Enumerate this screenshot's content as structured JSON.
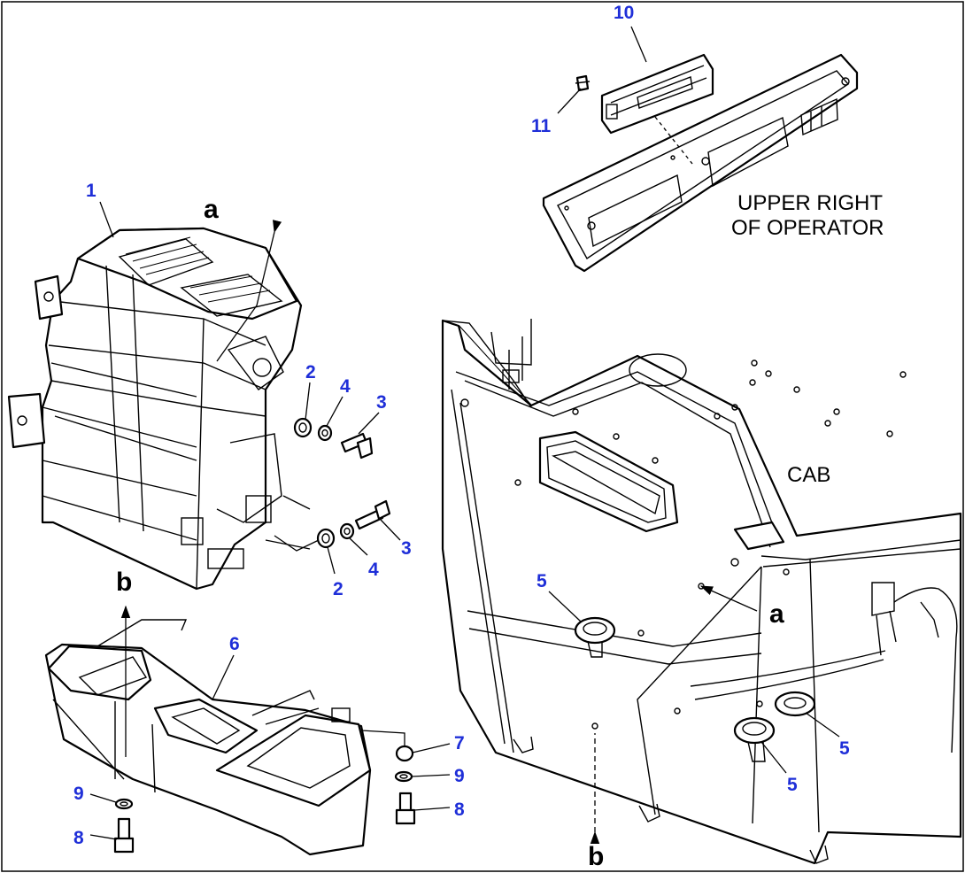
{
  "callouts": {
    "c1": "1",
    "c2a": "2",
    "c2b": "2",
    "c3a": "3",
    "c3b": "3",
    "c4a": "4",
    "c4b": "4",
    "c5a": "5",
    "c5b": "5",
    "c5c": "5",
    "c6": "6",
    "c7": "7",
    "c8a": "8",
    "c8b": "8",
    "c9a": "9",
    "c9b": "9",
    "c10": "10",
    "c11": "11"
  },
  "view_letters": {
    "a1": "a",
    "a2": "a",
    "b1": "b",
    "b2": "b"
  },
  "labels": {
    "upper_right_line1": "UPPER RIGHT",
    "upper_right_line2": "OF OPERATOR",
    "cab": "CAB"
  },
  "colors": {
    "callout": "#1f2fd8",
    "line": "#000000",
    "background": "#ffffff"
  }
}
